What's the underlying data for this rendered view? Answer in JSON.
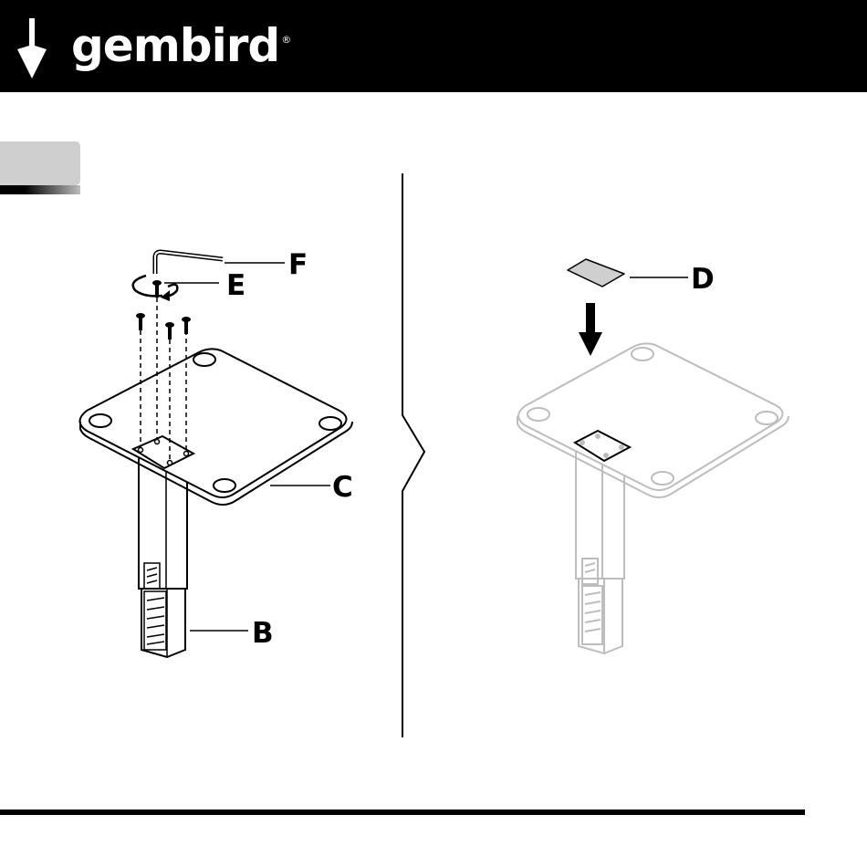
{
  "header": {
    "brand_name": "gembird",
    "registered_mark": "®"
  },
  "section_tab": {
    "color": "#cfcfcf"
  },
  "callouts": {
    "B": "B",
    "C": "C",
    "D": "D",
    "E": "E",
    "F": "F"
  },
  "colors": {
    "ink": "#000000",
    "faded_ink": "#bdbdbd",
    "header_bg": "#000000"
  },
  "icons": {
    "logo": "gembird-arrow-logo",
    "rotate": "rotation-arrow-icon",
    "down_arrow": "down-arrow-icon"
  }
}
